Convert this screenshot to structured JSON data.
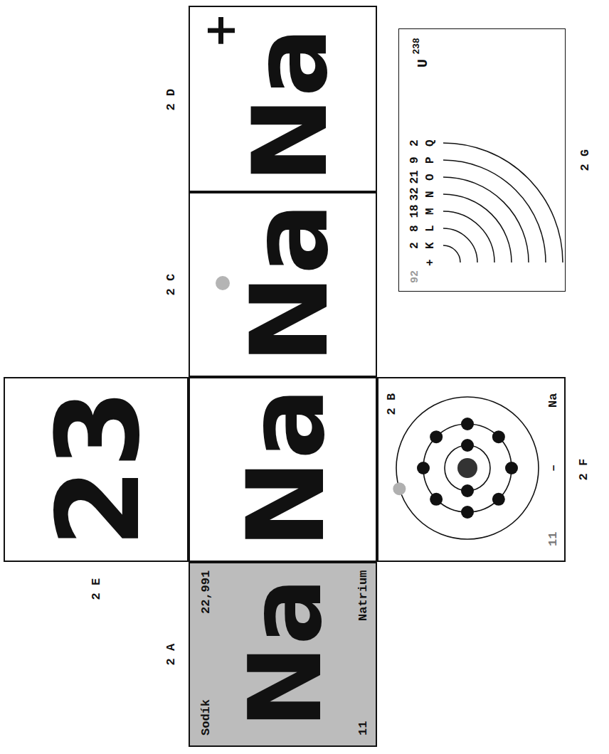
{
  "diagram": {
    "nodes": [
      {
        "text": [
          "23"
        ]
      },
      {
        "text": [
          "Sodík",
          "22,991",
          "Na",
          "11",
          "Natrium"
        ]
      },
      {
        "text": [
          "Na"
        ]
      },
      {
        "text": [
          "Na"
        ]
      },
      {
        "text": [
          "Na",
          "+"
        ]
      },
      {
        "text": [
          "11",
          "–",
          "Na"
        ]
      },
      {
        "text": [
          "U",
          "238",
          "92",
          "2",
          "8",
          "18",
          "32",
          "21",
          "9",
          "2",
          "+",
          "K",
          "L",
          "M",
          "N",
          "O",
          "P",
          "Q"
        ]
      }
    ],
    "labels": [
      "2 E",
      "2 A",
      "2 B",
      "2 C",
      "2 D",
      "2 F",
      "2 G"
    ]
  }
}
